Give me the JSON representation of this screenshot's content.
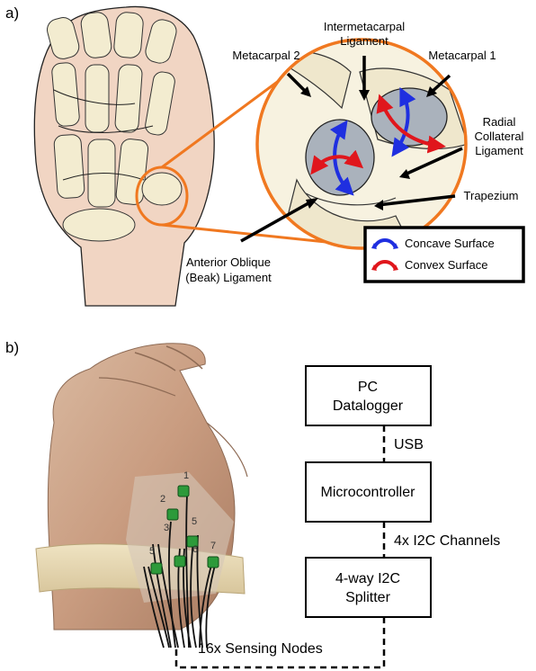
{
  "panel_a": {
    "label": "a)",
    "annotations": {
      "intermetacarpal_line1": "Intermetacarpal",
      "intermetacarpal_line2": "Ligament",
      "metacarpal2": "Metacarpal 2",
      "metacarpal1": "Metacarpal 1",
      "radial_line1": "Radial",
      "radial_line2": "Collateral",
      "radial_line3": "Ligament",
      "trapezium": "Trapezium",
      "aob_line1": "Anterior Oblique",
      "aob_line2": "(Beak) Ligament"
    },
    "legend": {
      "concave": "Concave Surface",
      "convex": "Convex Surface"
    },
    "colors": {
      "orange": "#f07820",
      "concave": "#1f2fe0",
      "convex": "#e0161c"
    }
  },
  "panel_b": {
    "label": "b)",
    "blocks": {
      "pc_line1": "PC",
      "pc_line2": "Datalogger",
      "micro": "Microcontroller",
      "splitter_line1": "4-way I2C",
      "splitter_line2": "Splitter"
    },
    "links": {
      "usb": "USB",
      "i2c": "4x I2C Channels",
      "nodes": "16x Sensing Nodes"
    },
    "photo_numbers": [
      "1",
      "2",
      "3",
      "5",
      "5",
      "6",
      "7"
    ]
  }
}
